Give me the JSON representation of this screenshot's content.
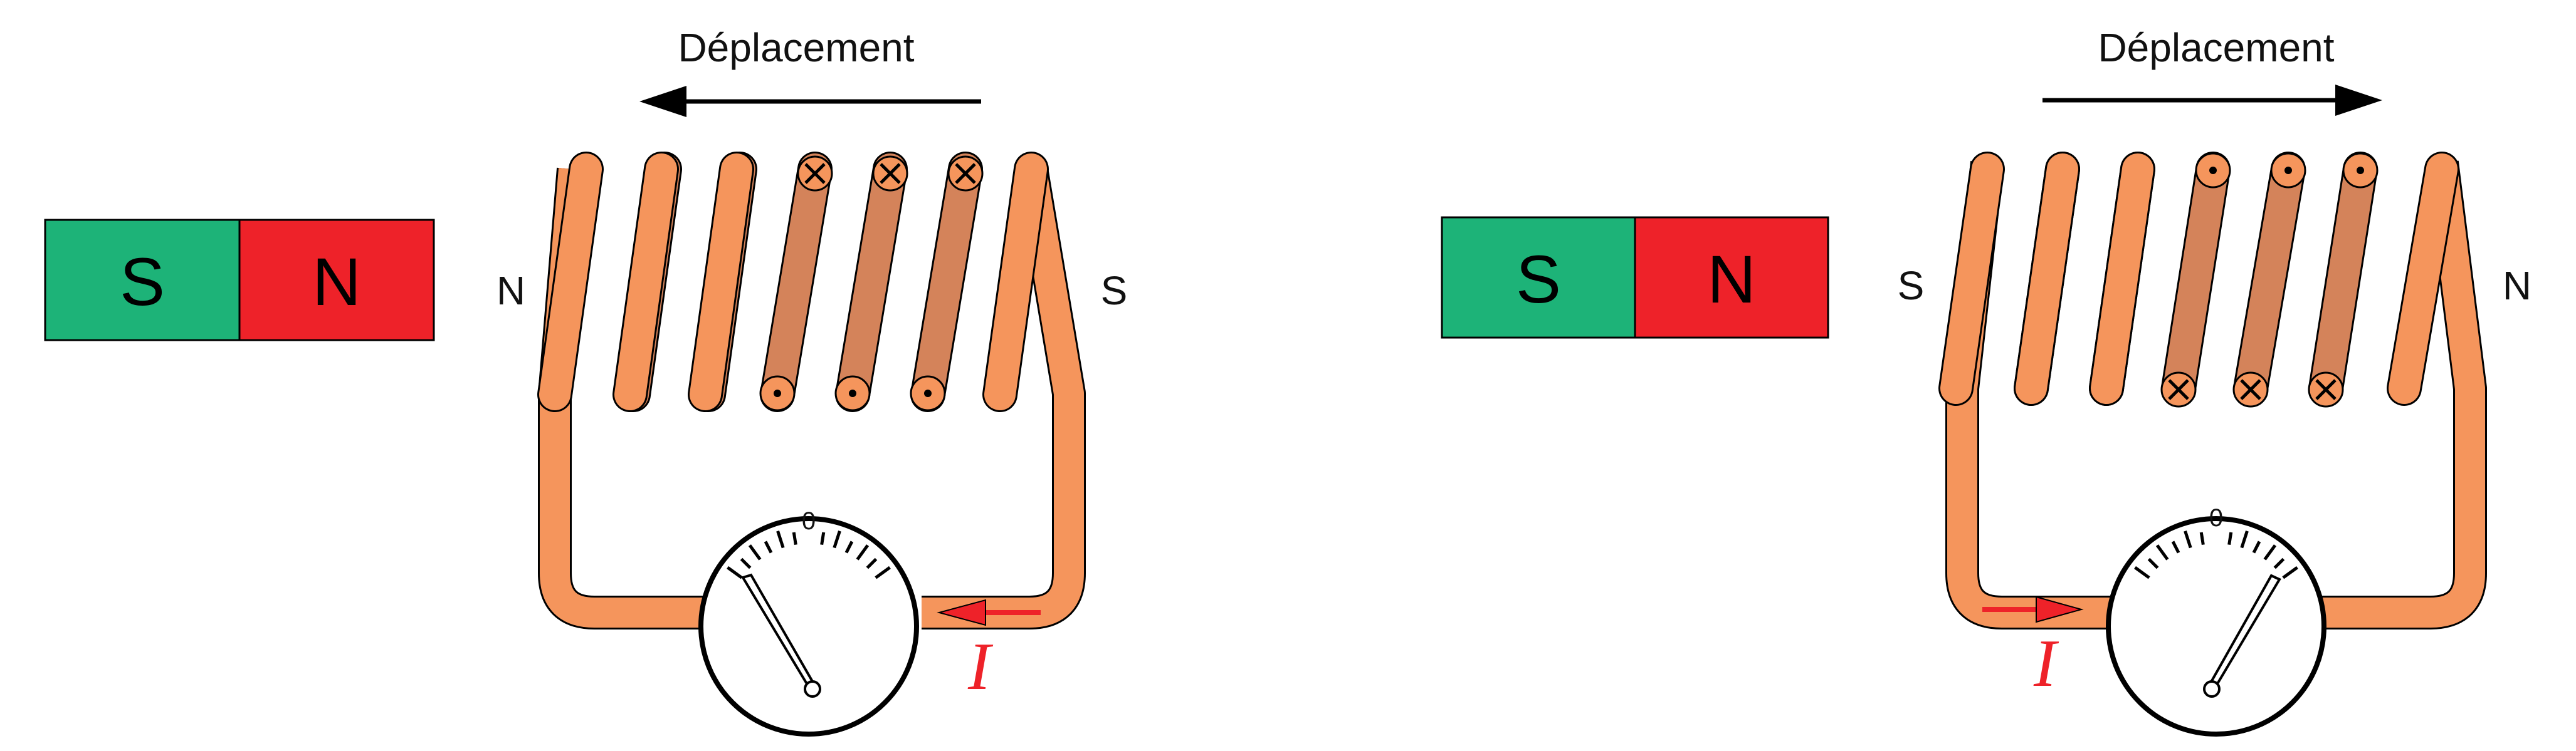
{
  "colors": {
    "copper_front": "#f5955c",
    "copper_back": "#d4835a",
    "magnet_south": "#1db378",
    "magnet_north": "#ee2229",
    "current": "#ee2229",
    "outline": "#000000"
  },
  "scenes": [
    {
      "movement_label": "Déplacement",
      "movement_direction": "left",
      "magnet": {
        "south_label": "S",
        "north_label": "N"
      },
      "coil_pole_left": "N",
      "coil_pole_right": "S",
      "current_label": "I",
      "current_direction": "left",
      "galvanometer": {
        "zero_label": "0",
        "needle_deflection": "left"
      },
      "top_markers": [
        "cross",
        "cross",
        "cross"
      ],
      "bottom_markers": [
        "dot",
        "dot",
        "dot"
      ]
    },
    {
      "movement_label": "Déplacement",
      "movement_direction": "right",
      "magnet": {
        "south_label": "S",
        "north_label": "N"
      },
      "coil_pole_left": "S",
      "coil_pole_right": "N",
      "current_label": "I",
      "current_direction": "right",
      "galvanometer": {
        "zero_label": "0",
        "needle_deflection": "right"
      },
      "top_markers": [
        "dot",
        "dot",
        "dot"
      ],
      "bottom_markers": [
        "cross",
        "cross",
        "cross"
      ]
    }
  ]
}
